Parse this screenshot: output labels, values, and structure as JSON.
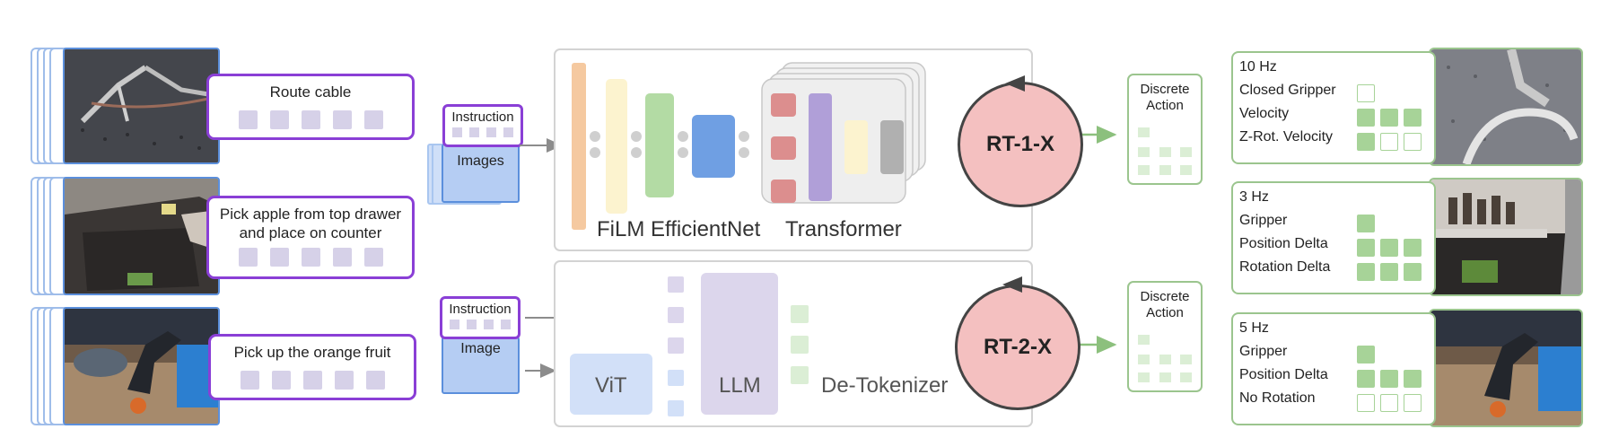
{
  "inputs": [
    {
      "instruction": "Route cable"
    },
    {
      "instruction": "Pick apple from top drawer and place on counter"
    },
    {
      "instruction": "Pick up the orange fruit"
    }
  ],
  "rt1": {
    "instruction_label": "Instruction",
    "images_label": "Images",
    "film_label": "FiLM EfficientNet",
    "transformer_label": "Transformer",
    "model_label": "RT-1-X",
    "action_label": "Discrete Action"
  },
  "rt2": {
    "instruction_label": "Instruction",
    "image_label": "Image",
    "vit_label": "ViT",
    "llm_label": "LLM",
    "detok_label": "De-Tokenizer",
    "model_label": "RT-2-X",
    "action_label": "Discrete Action"
  },
  "outputs": [
    {
      "rate": "10 Hz",
      "rows": [
        {
          "label": "Closed Gripper",
          "cells": [
            false
          ]
        },
        {
          "label": "Velocity",
          "cells": [
            true,
            true,
            true
          ]
        },
        {
          "label": "Z-Rot. Velocity",
          "cells": [
            true,
            false,
            false
          ]
        }
      ]
    },
    {
      "rate": "3 Hz",
      "rows": [
        {
          "label": "Gripper",
          "cells": [
            true
          ]
        },
        {
          "label": "Position Delta",
          "cells": [
            true,
            true,
            true
          ]
        },
        {
          "label": "Rotation Delta",
          "cells": [
            true,
            true,
            true
          ]
        }
      ]
    },
    {
      "rate": "5 Hz",
      "rows": [
        {
          "label": "Gripper",
          "cells": [
            true
          ]
        },
        {
          "label": "Position Delta",
          "cells": [
            true,
            true,
            true
          ]
        },
        {
          "label": "No Rotation",
          "cells": [
            false,
            false,
            false
          ]
        }
      ]
    }
  ],
  "colors": {
    "instruction_border": "#8a3fd6",
    "image_blue": "#5b8fdc",
    "rt_pink": "#f4c0c0",
    "action_green": "#a7d398"
  }
}
